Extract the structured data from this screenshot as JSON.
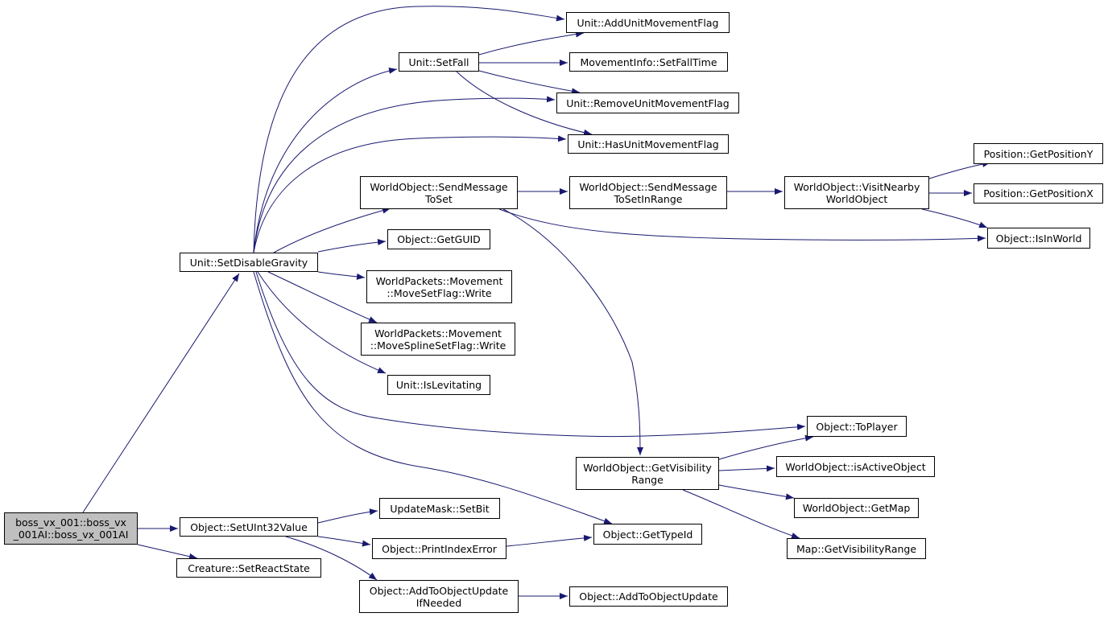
{
  "diagram": {
    "colors": {
      "edge": "#191970",
      "node_border": "#000000",
      "root_fill": "#bfbfbf",
      "node_fill": "#ffffff"
    },
    "nodes": [
      {
        "id": "root",
        "lines": [
          "boss_vx_001::boss_vx",
          "_001AI::boss_vx_001AI"
        ],
        "root": true
      },
      {
        "id": "setdisablegravity",
        "lines": [
          "Unit::SetDisableGravity"
        ]
      },
      {
        "id": "setuint32value",
        "lines": [
          "Object::SetUInt32Value"
        ]
      },
      {
        "id": "setreactstate",
        "lines": [
          "Creature::SetReactState"
        ]
      },
      {
        "id": "setfall",
        "lines": [
          "Unit::SetFall"
        ]
      },
      {
        "id": "addunitmovementflag",
        "lines": [
          "Unit::AddUnitMovementFlag"
        ]
      },
      {
        "id": "setfalltime",
        "lines": [
          "MovementInfo::SetFallTime"
        ]
      },
      {
        "id": "removeunitmovementflag",
        "lines": [
          "Unit::RemoveUnitMovementFlag"
        ]
      },
      {
        "id": "hasunitmovementflag",
        "lines": [
          "Unit::HasUnitMovementFlag"
        ]
      },
      {
        "id": "sendmessagetoset",
        "lines": [
          "WorldObject::SendMessage",
          "ToSet"
        ]
      },
      {
        "id": "sendmessagetosetinrange",
        "lines": [
          "WorldObject::SendMessage",
          "ToSetInRange"
        ]
      },
      {
        "id": "visitnearbyworldobject",
        "lines": [
          "WorldObject::VisitNearby",
          "WorldObject"
        ]
      },
      {
        "id": "getpositiony",
        "lines": [
          "Position::GetPositionY"
        ]
      },
      {
        "id": "getpositionx",
        "lines": [
          "Position::GetPositionX"
        ]
      },
      {
        "id": "isinworld",
        "lines": [
          "Object::IsInWorld"
        ]
      },
      {
        "id": "getguid",
        "lines": [
          "Object::GetGUID"
        ]
      },
      {
        "id": "movesetflagwrite",
        "lines": [
          "WorldPackets::Movement",
          "::MoveSetFlag::Write"
        ]
      },
      {
        "id": "movesplinesetflagwrite",
        "lines": [
          "WorldPackets::Movement",
          "::MoveSplineSetFlag::Write"
        ]
      },
      {
        "id": "islevitating",
        "lines": [
          "Unit::IsLevitating"
        ]
      },
      {
        "id": "toplayer",
        "lines": [
          "Object::ToPlayer"
        ]
      },
      {
        "id": "getvisibilityrange",
        "lines": [
          "WorldObject::GetVisibility",
          "Range"
        ]
      },
      {
        "id": "isactiveobject",
        "lines": [
          "WorldObject::isActiveObject"
        ]
      },
      {
        "id": "getmap",
        "lines": [
          "WorldObject::GetMap"
        ]
      },
      {
        "id": "mapgetvisibilityrange",
        "lines": [
          "Map::GetVisibilityRange"
        ]
      },
      {
        "id": "gettypeid",
        "lines": [
          "Object::GetTypeId"
        ]
      },
      {
        "id": "setbit",
        "lines": [
          "UpdateMask::SetBit"
        ]
      },
      {
        "id": "printindexerror",
        "lines": [
          "Object::PrintIndexError"
        ]
      },
      {
        "id": "addtoobjectupdateifneeded",
        "lines": [
          "Object::AddToObjectUpdate",
          "IfNeeded"
        ]
      },
      {
        "id": "addtoobjectupdate",
        "lines": [
          "Object::AddToObjectUpdate"
        ]
      }
    ],
    "edges": [
      [
        "root",
        "setdisablegravity"
      ],
      [
        "root",
        "setuint32value"
      ],
      [
        "root",
        "setreactstate"
      ],
      [
        "setdisablegravity",
        "setfall"
      ],
      [
        "setdisablegravity",
        "addunitmovementflag"
      ],
      [
        "setdisablegravity",
        "removeunitmovementflag"
      ],
      [
        "setdisablegravity",
        "hasunitmovementflag"
      ],
      [
        "setdisablegravity",
        "sendmessagetoset"
      ],
      [
        "setdisablegravity",
        "getguid"
      ],
      [
        "setdisablegravity",
        "movesetflagwrite"
      ],
      [
        "setdisablegravity",
        "movesplinesetflagwrite"
      ],
      [
        "setdisablegravity",
        "islevitating"
      ],
      [
        "setdisablegravity",
        "toplayer"
      ],
      [
        "setdisablegravity",
        "gettypeid"
      ],
      [
        "setfall",
        "addunitmovementflag"
      ],
      [
        "setfall",
        "setfalltime"
      ],
      [
        "setfall",
        "removeunitmovementflag"
      ],
      [
        "setfall",
        "hasunitmovementflag"
      ],
      [
        "sendmessagetoset",
        "sendmessagetosetinrange"
      ],
      [
        "sendmessagetoset",
        "isinworld"
      ],
      [
        "sendmessagetoset",
        "getvisibilityrange"
      ],
      [
        "sendmessagetosetinrange",
        "visitnearbyworldobject"
      ],
      [
        "visitnearbyworldobject",
        "getpositiony"
      ],
      [
        "visitnearbyworldobject",
        "getpositionx"
      ],
      [
        "visitnearbyworldobject",
        "isinworld"
      ],
      [
        "getvisibilityrange",
        "toplayer"
      ],
      [
        "getvisibilityrange",
        "isactiveobject"
      ],
      [
        "getvisibilityrange",
        "getmap"
      ],
      [
        "getvisibilityrange",
        "mapgetvisibilityrange"
      ],
      [
        "setuint32value",
        "setbit"
      ],
      [
        "setuint32value",
        "printindexerror"
      ],
      [
        "setuint32value",
        "addtoobjectupdateifneeded"
      ],
      [
        "printindexerror",
        "gettypeid"
      ],
      [
        "addtoobjectupdateifneeded",
        "addtoobjectupdate"
      ]
    ]
  }
}
